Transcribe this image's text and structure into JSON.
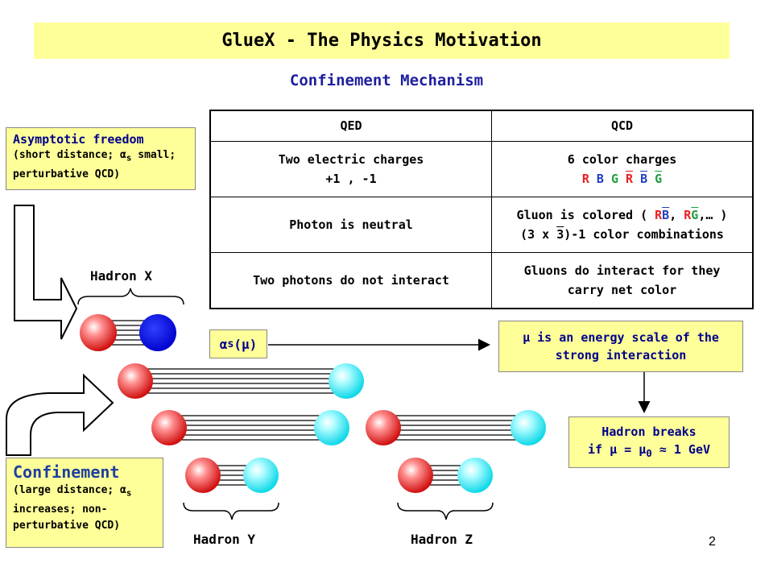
{
  "title": "GlueX - The Physics Motivation",
  "subtitle": "Confinement Mechanism",
  "table": {
    "headers": [
      "QED",
      "QCD"
    ],
    "row1": {
      "qed_line1": "Two electric charges",
      "qed_line2": "+1 , -1",
      "qcd_line1": "6 color charges"
    },
    "colors": [
      "R",
      "B",
      "G",
      "R",
      "B",
      "G"
    ],
    "row2": {
      "qed": "Photon is neutral",
      "qcd_prefix": "Gluon is colored ( ",
      "rb": [
        "R",
        "B"
      ],
      "sep": ", ",
      "rg": [
        "R",
        "G"
      ],
      "qcd_suffix": ",… )",
      "combo_a": "(3 x ",
      "combo_3": "3",
      "combo_b": ")-1 color combinations"
    },
    "row3": {
      "qed": "Two photons do not interact",
      "qcd_line1": "Gluons do interact for they",
      "qcd_line2": "carry net color"
    }
  },
  "asymptotic": {
    "heading": "Asymptotic freedom",
    "line1": "(short distance; α",
    "line1_sub": "s",
    "line1_end": " small;",
    "line2": "perturbative QCD)"
  },
  "confinement": {
    "heading": "Confinement",
    "line1": "(large distance; α",
    "line1_sub": "s",
    "line2": "increases; non-",
    "line3": "perturbative QCD)"
  },
  "alpha_box": {
    "alpha": "α",
    "sub": "s",
    "arg": "(μ)"
  },
  "mu_box": {
    "line1": "μ is an energy scale of the",
    "line2": "strong interaction"
  },
  "hadron_break": {
    "line1": "Hadron breaks",
    "line2_a": "if μ = μ",
    "line2_sub": "0",
    "line2_b": " ≈ 1 GeV"
  },
  "labels": {
    "hadron_x": "Hadron X",
    "hadron_y": "Hadron Y",
    "hadron_z": "Hadron Z"
  },
  "page_number": "2",
  "colors": {
    "title_bg": "#ffff99",
    "subtitle": "#1f1f9f",
    "red": "#e82020",
    "blue": "#1f3fbf",
    "green": "#1f9f3f"
  }
}
